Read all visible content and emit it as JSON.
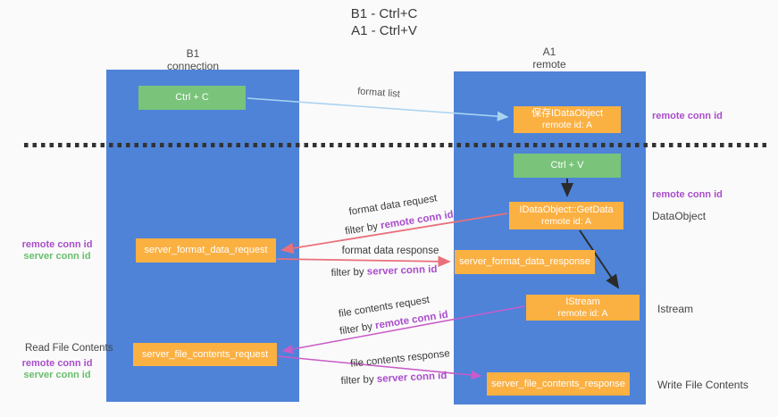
{
  "title": {
    "line1": "B1 - Ctrl+C",
    "line2": "A1 - Ctrl+V"
  },
  "columns": {
    "left": {
      "name": "B1",
      "subtitle": "connection"
    },
    "right": {
      "name": "A1",
      "subtitle": "remote"
    }
  },
  "boxes": {
    "ctrl_c": {
      "label": "Ctrl + C"
    },
    "save_dataobject": {
      "line1": "保存IDataObject",
      "line2": "remote id: A"
    },
    "ctrl_v": {
      "label": "Ctrl + V"
    },
    "getdata": {
      "line1": "IDataObject::GetData",
      "line2": "remote id: A"
    },
    "format_request": {
      "label": "server_format_data_request"
    },
    "format_response": {
      "label": "server_format_data_response"
    },
    "istream": {
      "line1": "IStream",
      "line2": "remote id: A"
    },
    "file_request": {
      "label": "server_file_contents_request"
    },
    "file_response": {
      "label": "server_file_contents_response"
    }
  },
  "arrow_labels": {
    "format_list": "format list",
    "format_request": "format data request",
    "format_request_filter": {
      "prefix": "filter by ",
      "key": "remote conn id"
    },
    "format_response": "format data response",
    "format_response_filter": {
      "prefix": "filter by ",
      "key": "server conn id"
    },
    "file_request": "file contents request",
    "file_request_filter": {
      "prefix": "filter by ",
      "key": "remote conn id"
    },
    "file_response": "file contents response",
    "file_response_filter": {
      "prefix": "filter by ",
      "key": "server conn id"
    }
  },
  "side_labels": {
    "left_top": {
      "remote": "remote conn id",
      "server": "server conn id"
    },
    "left_read": "Read File Contents",
    "left_bottom": {
      "remote": "remote conn id",
      "server": "server conn id"
    },
    "right_remote_top": "remote conn id",
    "right_remote_mid": "remote conn id",
    "right_dataobject": "DataObject",
    "right_istream": "Istream",
    "right_write": "Write File Contents"
  },
  "colors": {
    "column_blue": "#4e83d8",
    "box_green": "#79c37a",
    "box_orange": "#fbb042",
    "purple_text": "#a94dcb",
    "green_text": "#67bf6b",
    "arrow_salmon": "#e9707b",
    "arrow_magenta": "#c95bc9",
    "arrow_lightblue": "#a9d3f0",
    "arrow_black": "#2b2b2b"
  }
}
